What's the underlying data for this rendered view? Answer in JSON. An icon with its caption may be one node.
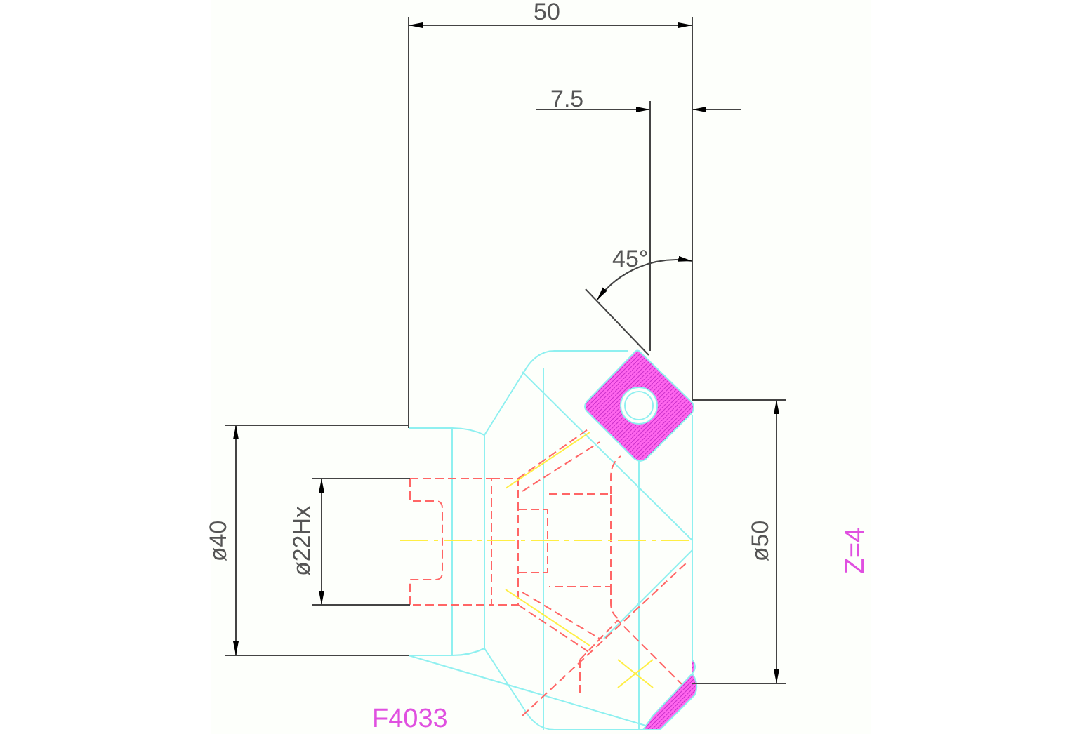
{
  "diagram": {
    "labels": [
      "50",
      "7.5",
      "45°",
      "ø40",
      "ø22Hx",
      "ø50",
      "Z=4",
      "F4033"
    ]
  }
}
